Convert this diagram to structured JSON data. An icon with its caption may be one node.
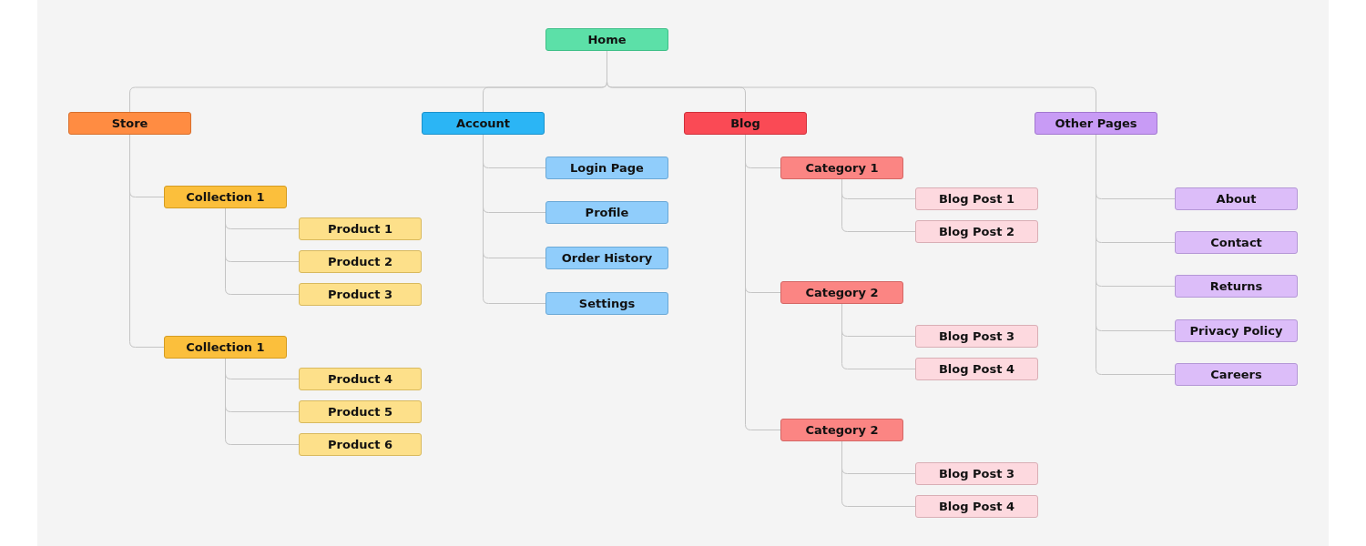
{
  "diagram": {
    "nodes": [
      {
        "text": [
          "Home"
        ]
      },
      {
        "text": [
          "Store"
        ]
      },
      {
        "text": [
          "Collection 1"
        ]
      },
      {
        "text": [
          "Product 1"
        ]
      },
      {
        "text": [
          "Product 2"
        ]
      },
      {
        "text": [
          "Product 3"
        ]
      },
      {
        "text": [
          "Collection 1"
        ]
      },
      {
        "text": [
          "Product 4"
        ]
      },
      {
        "text": [
          "Product 5"
        ]
      },
      {
        "text": [
          "Product 6"
        ]
      },
      {
        "text": [
          "Account"
        ]
      },
      {
        "text": [
          "Login Page"
        ]
      },
      {
        "text": [
          "Profile"
        ]
      },
      {
        "text": [
          "Order History"
        ]
      },
      {
        "text": [
          "Settings"
        ]
      },
      {
        "text": [
          "Blog"
        ]
      },
      {
        "text": [
          "Category 1"
        ]
      },
      {
        "text": [
          "Blog Post 1"
        ]
      },
      {
        "text": [
          "Blog Post 2"
        ]
      },
      {
        "text": [
          "Category 2"
        ]
      },
      {
        "text": [
          "Blog Post 3"
        ]
      },
      {
        "text": [
          "Blog Post 4"
        ]
      },
      {
        "text": [
          "Category 2"
        ]
      },
      {
        "text": [
          "Blog Post 3"
        ]
      },
      {
        "text": [
          "Blog Post 4"
        ]
      },
      {
        "text": [
          "Other Pages"
        ]
      },
      {
        "text": [
          "About"
        ]
      },
      {
        "text": [
          "Contact"
        ]
      },
      {
        "text": [
          "Returns"
        ]
      },
      {
        "text": [
          "Privacy Policy"
        ]
      },
      {
        "text": [
          "Careers"
        ]
      }
    ],
    "edges": [
      {
        "from": 0,
        "to": 1,
        "arrow": "none"
      },
      {
        "from": 0,
        "to": 10,
        "arrow": "none"
      },
      {
        "from": 0,
        "to": 15,
        "arrow": "none"
      },
      {
        "from": 0,
        "to": 25,
        "arrow": "none"
      },
      {
        "from": 1,
        "to": 2,
        "arrow": "none"
      },
      {
        "from": 2,
        "to": 3,
        "arrow": "none"
      },
      {
        "from": 2,
        "to": 4,
        "arrow": "none"
      },
      {
        "from": 2,
        "to": 5,
        "arrow": "none"
      },
      {
        "from": 1,
        "to": 6,
        "arrow": "none"
      },
      {
        "from": 6,
        "to": 7,
        "arrow": "none"
      },
      {
        "from": 6,
        "to": 8,
        "arrow": "none"
      },
      {
        "from": 6,
        "to": 9,
        "arrow": "none"
      },
      {
        "from": 10,
        "to": 11,
        "arrow": "none"
      },
      {
        "from": 10,
        "to": 12,
        "arrow": "none"
      },
      {
        "from": 10,
        "to": 13,
        "arrow": "none"
      },
      {
        "from": 10,
        "to": 14,
        "arrow": "none"
      },
      {
        "from": 15,
        "to": 16,
        "arrow": "none"
      },
      {
        "from": 16,
        "to": 17,
        "arrow": "none"
      },
      {
        "from": 16,
        "to": 18,
        "arrow": "none"
      },
      {
        "from": 15,
        "to": 19,
        "arrow": "none"
      },
      {
        "from": 19,
        "to": 20,
        "arrow": "none"
      },
      {
        "from": 19,
        "to": 21,
        "arrow": "none"
      },
      {
        "from": 15,
        "to": 22,
        "arrow": "none"
      },
      {
        "from": 22,
        "to": 23,
        "arrow": "none"
      },
      {
        "from": 22,
        "to": 24,
        "arrow": "none"
      },
      {
        "from": 25,
        "to": 26,
        "arrow": "none"
      },
      {
        "from": 25,
        "to": 27,
        "arrow": "none"
      },
      {
        "from": 25,
        "to": 28,
        "arrow": "none"
      },
      {
        "from": 25,
        "to": 29,
        "arrow": "none"
      },
      {
        "from": 25,
        "to": 30,
        "arrow": "none"
      }
    ]
  }
}
